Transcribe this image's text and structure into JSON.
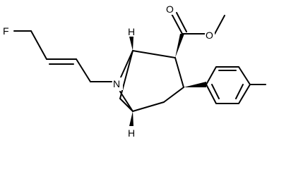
{
  "atoms": {
    "fluorine": "F",
    "oxygen_carbonyl": "O",
    "oxygen_ester": "O",
    "nitrogen": "N",
    "hydrogen_top": "H",
    "hydrogen_bottom": "H"
  },
  "colors": {
    "ink": "#000000",
    "background": "#ffffff"
  }
}
